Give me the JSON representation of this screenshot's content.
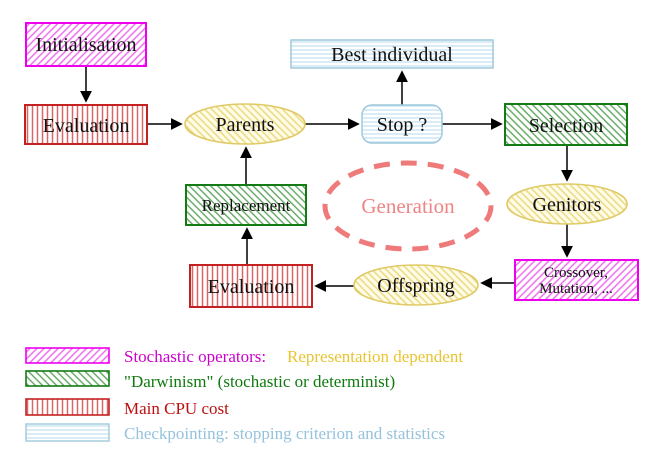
{
  "nodes": {
    "initialisation": "Initialisation",
    "evaluation_top": "Evaluation",
    "parents": "Parents",
    "best_individual": "Best individual",
    "stop": "Stop ?",
    "selection": "Selection",
    "genitors": "Genitors",
    "replacement": "Replacement",
    "generation": "Generation",
    "evaluation_bottom": "Evaluation",
    "offspring": "Offspring",
    "crossover_line1": "Crossover,",
    "crossover_line2": "Mutation, ..."
  },
  "legend": {
    "row1_label": "Stochastic operators:",
    "row1_label2": "Representation dependent",
    "row2_label": "\"Darwinism\" (stochastic or determinist)",
    "row3_label": "Main CPU cost",
    "row4_label": "Checkpointing: stopping criterion and statistics"
  },
  "colors": {
    "magenta_border": "#ee00ee",
    "magenta_hatch": "#ee66ee",
    "magenta_text": "#cc00cc",
    "green_border": "#147a14",
    "green_hatch": "#55a055",
    "green_text": "#0f7a0f",
    "red_border": "#c42222",
    "red_hatch": "#d96666",
    "red_text": "#bb1111",
    "cyan_border": "#9fc9dc",
    "cyan_hatch": "#c2dff0",
    "cyan_text": "#95c2dd",
    "yellow_border": "#e0ca67",
    "yellow_hatch": "#ecd87f",
    "yellow_fill": "#fffce8",
    "gold_text": "#e9c431",
    "salmon_dash": "#ee7a7a",
    "arrow": "#000000"
  }
}
